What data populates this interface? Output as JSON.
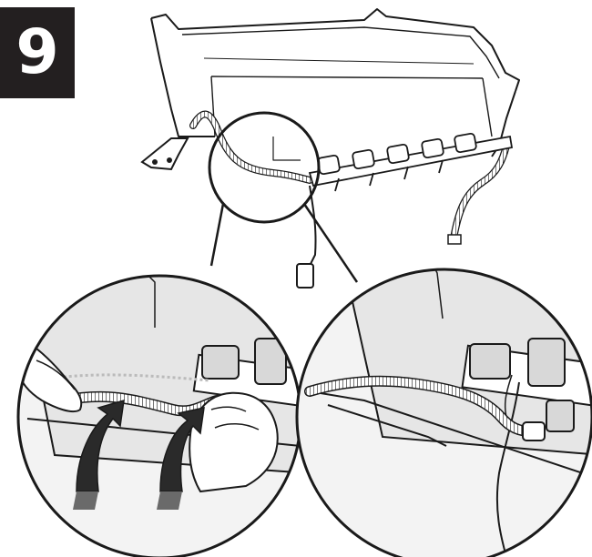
{
  "step": {
    "number": "9"
  },
  "colors": {
    "badge_bg": "#231f20",
    "badge_text": "#ffffff",
    "line": "#1a1a1a",
    "shadow": "#c8c8c8",
    "callout_fill": "#f3f3f3",
    "arrow_shadow": "#6a6a6a"
  },
  "illustration": {
    "main_view": "ice-bin-with-heater-harness",
    "callout_left": "magnified-hand-routing-tube",
    "callout_right": "magnified-routed-tube-result",
    "arrow_icons": [
      "curved-up-arrow-icon",
      "curved-up-arrow-icon"
    ]
  }
}
